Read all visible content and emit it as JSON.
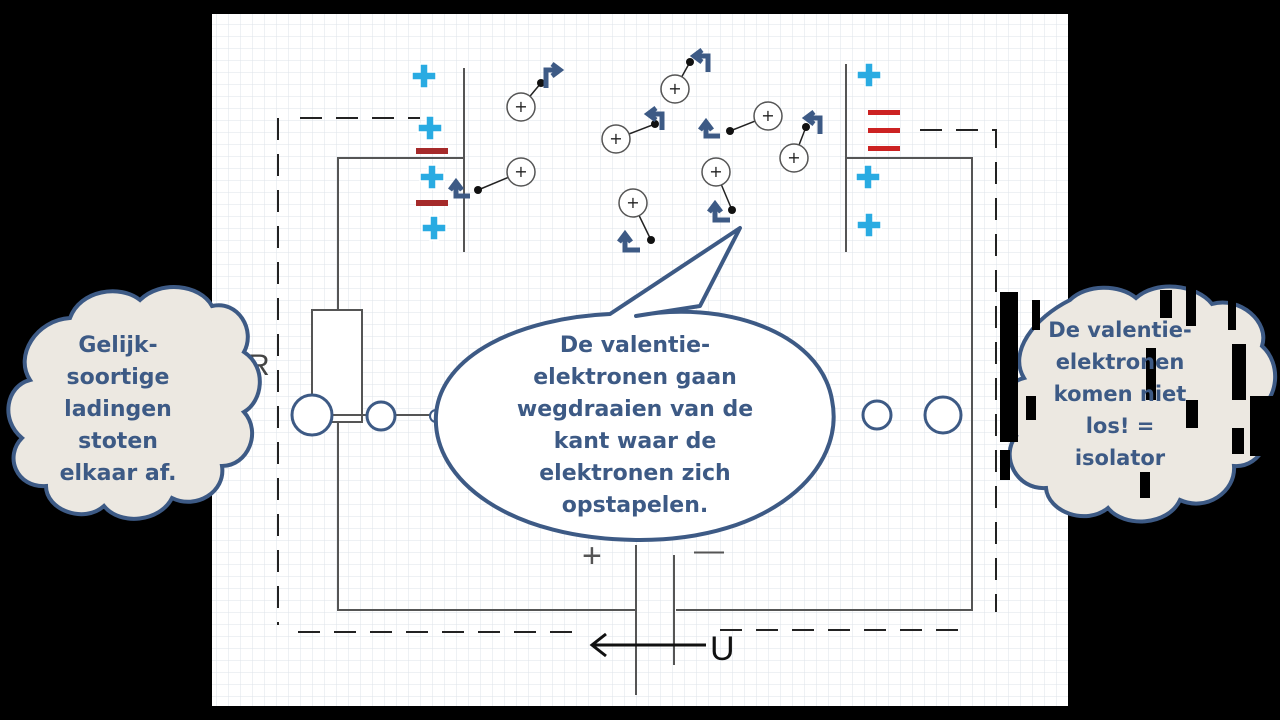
{
  "diagram": {
    "labels": {
      "resistor": "R",
      "voltage": "U",
      "plus": "+",
      "minus": "—"
    },
    "speech_bubble": "De valentie-elektronen gaan wegdraaien van de kant waar de elektronen zich opstapelen.",
    "left_cloud": "Gelijk-soortige ladingen stoten elkaar af.",
    "right_cloud": "De valentie-elektronen komen niet los! = isolator",
    "colors": {
      "background": "#000000",
      "paper": "#ffffff",
      "grid": "#dde3ea",
      "wire": "#555555",
      "bubble_border": "#3d5a85",
      "bubble_text": "#3d5a85",
      "cloud_fill": "#ece8e1",
      "plus_charge": "#29abe2",
      "minus_left": "#a52a2a",
      "minus_right": "#cc2222",
      "electron_arrow": "#3d5a85"
    },
    "icons": [
      "plus-charge-icon",
      "minus-charge-icon",
      "atom-icon",
      "electron-icon",
      "spin-arrow-icon"
    ]
  }
}
